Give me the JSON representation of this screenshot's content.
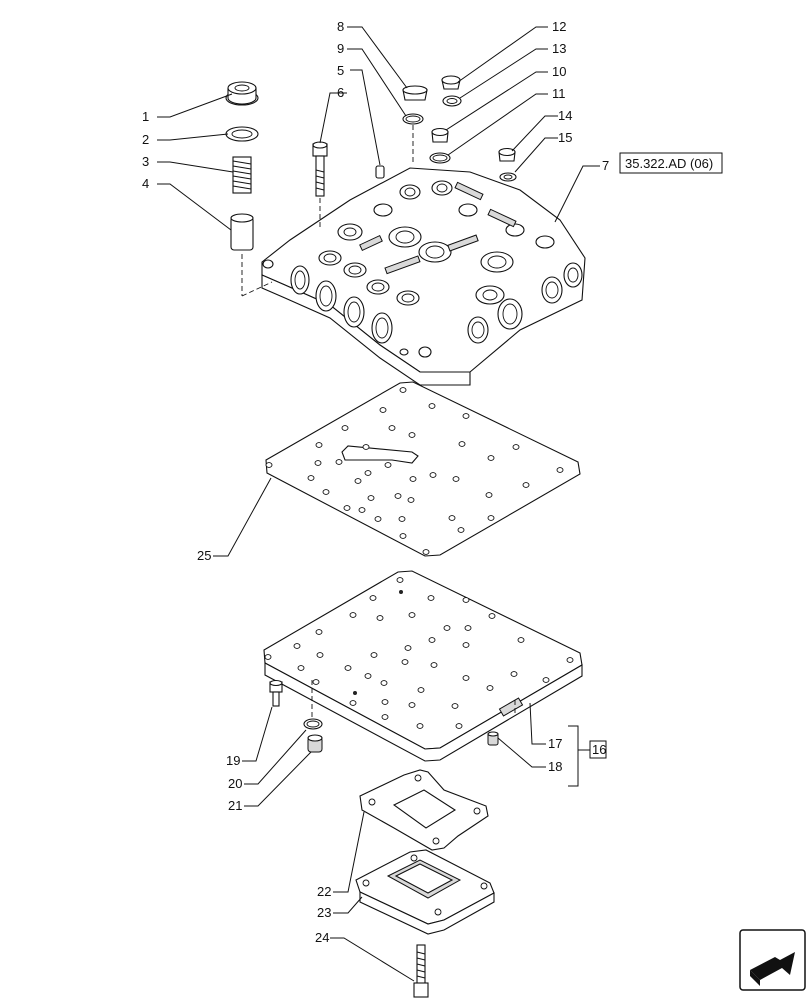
{
  "callouts": {
    "c1": "1",
    "c2": "2",
    "c3": "3",
    "c4": "4",
    "c5": "5",
    "c6": "6",
    "c7": "7",
    "c8": "8",
    "c9": "9",
    "c10": "10",
    "c11": "11",
    "c12": "12",
    "c13": "13",
    "c14": "14",
    "c15": "15",
    "c16": "16",
    "c17": "17",
    "c18": "18",
    "c19": "19",
    "c20": "20",
    "c21": "21",
    "c22": "22",
    "c23": "23",
    "c24": "24",
    "c25": "25"
  },
  "reference_box": "35.322.AD (06)",
  "icon": "next-page-arrow-icon"
}
